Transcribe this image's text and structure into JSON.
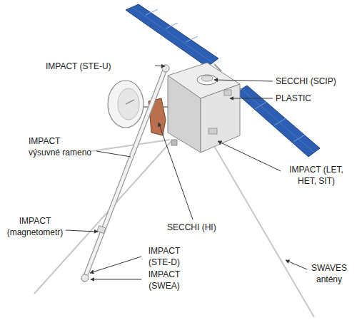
{
  "diagram": {
    "labels": [
      "IMPACT (STE-U)",
      "SECCHI (SCIP)",
      "PLASTIC",
      "IMPACT výsuvné rameno",
      "IMPACT (LET, HET, SIT)",
      "SECCHI (HI)",
      "SWAVES antény",
      "IMPACT (magnetometr)",
      "IMPACT (STE-D)",
      "IMPACT (SWEA)"
    ]
  }
}
